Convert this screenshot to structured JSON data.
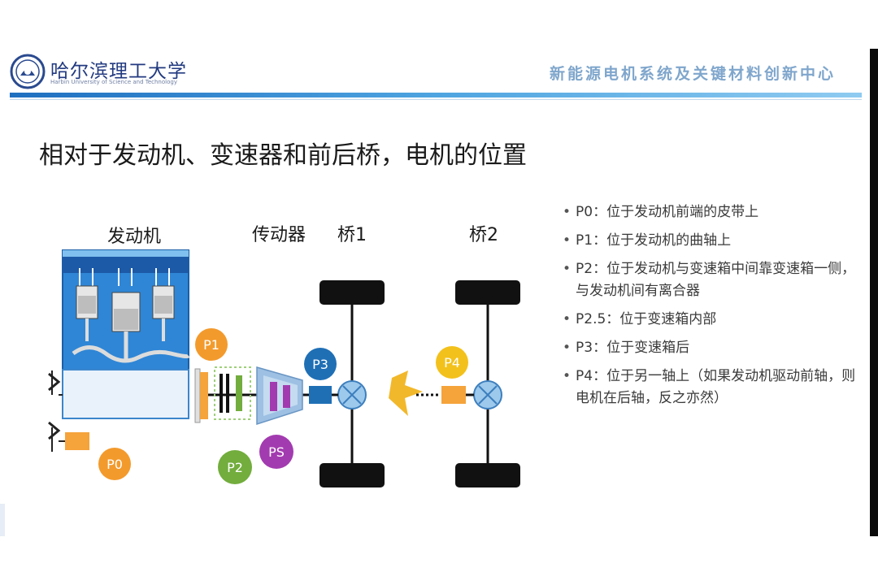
{
  "header": {
    "university": "哈尔滨理工大学",
    "university_en": "Harbin University of Science and Technology",
    "center": "新能源电机系统及关键材料创新中心"
  },
  "title": "相对于发动机、变速器和前后桥，电机的位置",
  "diagram": {
    "labels": {
      "engine": "发动机",
      "transmission": "传动器",
      "axle1": "桥1",
      "axle2": "桥2"
    },
    "positions": [
      "P0",
      "P1",
      "P2",
      "PS",
      "P3",
      "P4"
    ]
  },
  "bullets": [
    "P0：位于发动机前端的皮带上",
    "P1：位于发动机的曲轴上",
    "P2：位于发动机与变速箱中间靠变速箱一侧，与发动机间有离合器",
    "P2.5：位于变速箱内部",
    "P3：位于变速箱后",
    "P4：位于另一轴上（如果发动机驱动前轴，则电机在后轴，反之亦然）"
  ],
  "colors": {
    "engine_blue": "#2f86d6",
    "engine_top": "#1c5aa8",
    "P0": "#f39a2c",
    "P1": "#f39a2c",
    "P2": "#72ad3d",
    "PS": "#a33bb0",
    "P3": "#1f6fb5",
    "P4": "#f3c11b",
    "motor_orange": "#f5a33b",
    "lightning": "#f2b82b",
    "wheel": "#111111",
    "diff": "#9dc9ec"
  }
}
